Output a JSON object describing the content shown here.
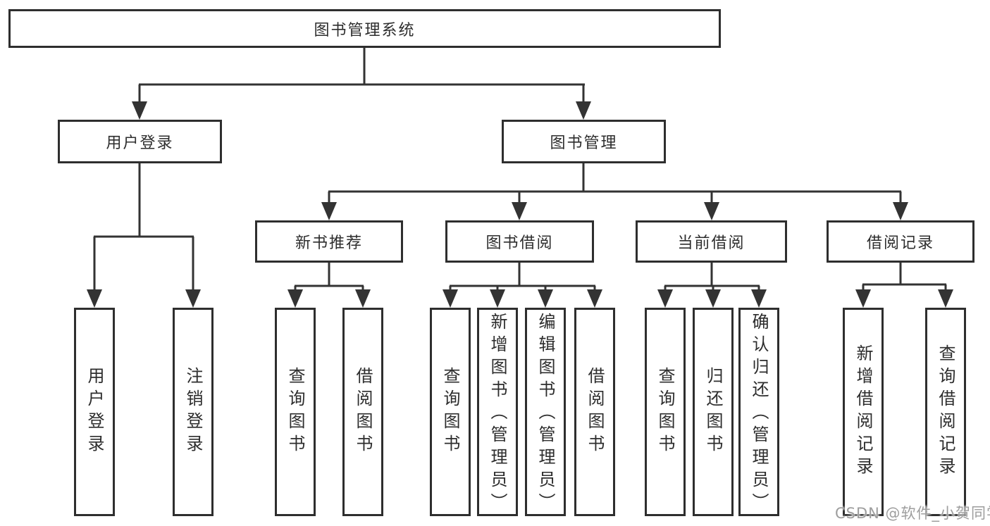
{
  "nodes": {
    "root": {
      "label": "图书管理系统"
    },
    "user_login": {
      "label": "用户登录"
    },
    "book_mgmt": {
      "label": "图书管理"
    },
    "new_rec": {
      "label": "新书推荐"
    },
    "book_borrow": {
      "label": "图书借阅"
    },
    "current_borrow": {
      "label": "当前借阅"
    },
    "borrow_records": {
      "label": "借阅记录"
    }
  },
  "leaves": {
    "user_login": [
      {
        "label": "用户登录"
      },
      {
        "label": "注销登录"
      }
    ],
    "new_rec": [
      {
        "label": "查询图书"
      },
      {
        "label": "借阅图书"
      }
    ],
    "book_borrow": [
      {
        "label": "查询图书"
      },
      {
        "label": "新增图书（管理员）"
      },
      {
        "label": "编辑图书（管理员）"
      },
      {
        "label": "借阅图书"
      }
    ],
    "current_borrow": [
      {
        "label": "查询图书"
      },
      {
        "label": "归还图书"
      },
      {
        "label": "确认归还（管理员）"
      }
    ],
    "borrow_records": [
      {
        "label": "新增借阅记录"
      },
      {
        "label": "查询借阅记录"
      }
    ]
  },
  "watermark": {
    "text": "CSDN @软件_小贺同学"
  },
  "colors": {
    "line": "#333333",
    "box_border": "#2e2e2e",
    "text": "#2d2d2d",
    "watermark": "#9e9e9e",
    "background": "#ffffff"
  }
}
